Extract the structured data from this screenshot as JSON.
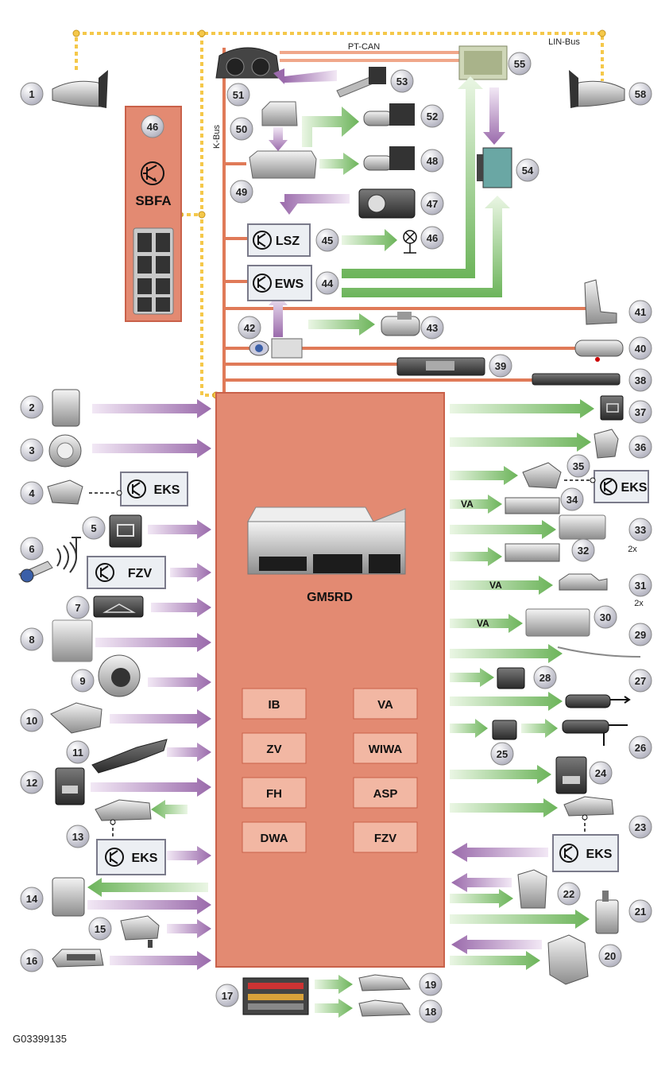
{
  "central_module": {
    "label": "GM5RD"
  },
  "functions": {
    "left": [
      "IB",
      "ZV",
      "FH",
      "DWA"
    ],
    "right": [
      "VA",
      "WIWA",
      "ASP",
      "FZV"
    ]
  },
  "sbfa": {
    "label": "SBFA",
    "number": "46"
  },
  "boxes": {
    "lsz": "LSZ",
    "ews": "EWS",
    "fzv": "FZV",
    "eks_4": "EKS",
    "eks_13": "EKS",
    "eks_23": "EKS",
    "eks_35": "EKS"
  },
  "bus_labels": {
    "pt_can": "PT-CAN",
    "lin_bus": "LIN-Bus",
    "k_bus": "K-Bus"
  },
  "small_labels": {
    "va_34": "VA",
    "va_31": "VA",
    "va_30": "VA",
    "twox_33": "2x",
    "twox_31": "2x"
  },
  "numbers": {
    "n1": "1",
    "n2": "2",
    "n3": "3",
    "n4": "4",
    "n5": "5",
    "n6": "6",
    "n7": "7",
    "n8": "8",
    "n9": "9",
    "n10": "10",
    "n11": "11",
    "n12": "12",
    "n13": "13",
    "n14": "14",
    "n15": "15",
    "n16": "16",
    "n17": "17",
    "n18": "18",
    "n19": "19",
    "n20": "20",
    "n21": "21",
    "n22": "22",
    "n23": "23",
    "n24": "24",
    "n25": "25",
    "n26": "26",
    "n27": "27",
    "n28": "28",
    "n29": "29",
    "n30": "30",
    "n31": "31",
    "n32": "32",
    "n33": "33",
    "n34": "34",
    "n35": "35",
    "n36": "36",
    "n37": "37",
    "n38": "38",
    "n39": "39",
    "n40": "40",
    "n41": "41",
    "n42": "42",
    "n43": "43",
    "n44": "44",
    "n45": "45",
    "n46b": "46",
    "n47": "47",
    "n48": "48",
    "n49": "49",
    "n50": "50",
    "n51": "51",
    "n52": "52",
    "n53": "53",
    "n54": "54",
    "n55": "55",
    "n58": "58"
  },
  "caption": "G03399135",
  "colors": {
    "module_fill": "#e38a72",
    "module_stroke": "#c9614a",
    "bus_orange": "#e07a58",
    "lin_yellow": "#f5c84a",
    "arrow_purple": "#a97ab8",
    "arrow_green": "#8cc77a",
    "badge_fill": "#dcdce6",
    "box_fill": "#eceff3"
  }
}
